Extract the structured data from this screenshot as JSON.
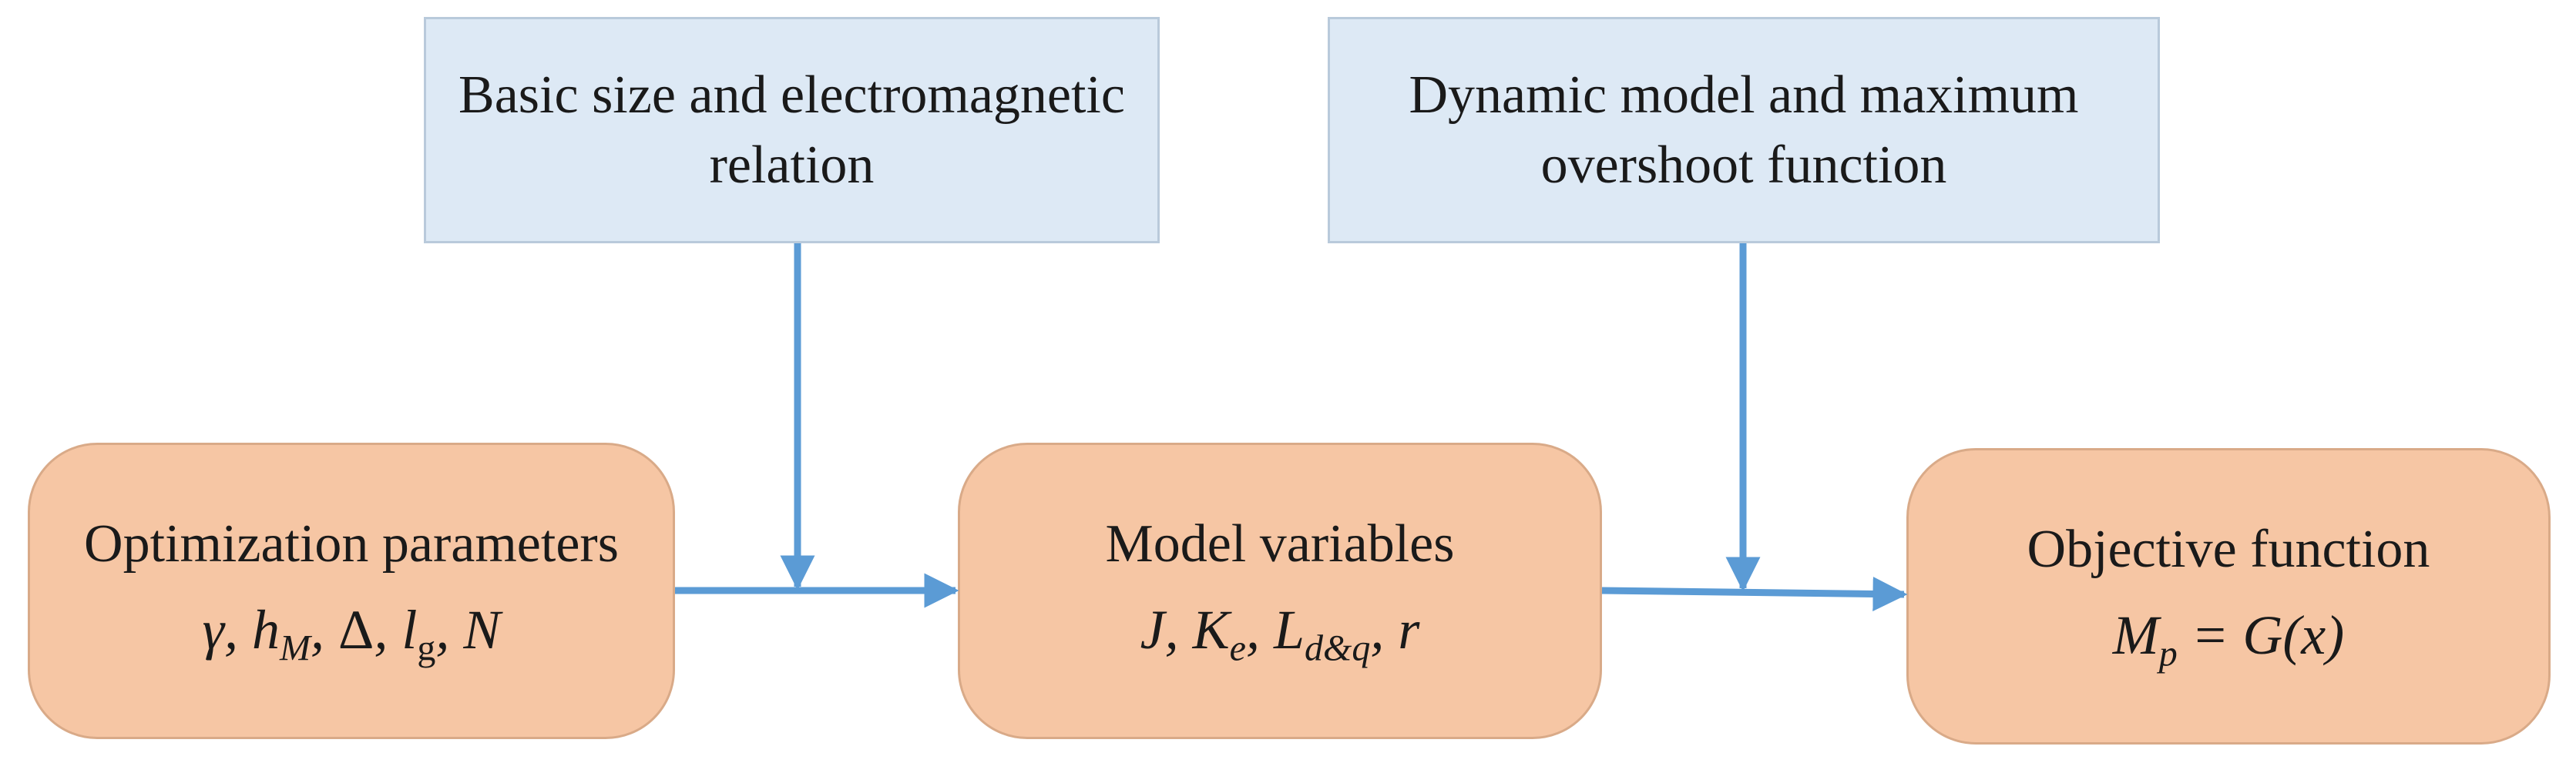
{
  "top_boxes": [
    {
      "line1": "Basic size and electromagnetic",
      "line2": "relation"
    },
    {
      "line1": "Dynamic model and maximum",
      "line2": "overshoot function"
    }
  ],
  "nodes": [
    {
      "title": "Optimization parameters",
      "formula": {
        "gamma": "γ",
        "h": "h",
        "h_sub": "M",
        "delta": "Δ",
        "l": "l",
        "l_sub": "g",
        "n": "N"
      }
    },
    {
      "title": "Model variables",
      "formula": {
        "j": "J",
        "k": "K",
        "k_sub": "e",
        "l": "L",
        "l_sub": "d&q",
        "r": "r"
      }
    },
    {
      "title": "Objective function",
      "formula": {
        "m": "M",
        "m_sub": "p",
        "rhs": "= G(x)"
      }
    }
  ],
  "colors": {
    "arrow": "#5b9bd5",
    "top_fill": "#dde9f5",
    "node_fill": "#f6c6a4"
  }
}
